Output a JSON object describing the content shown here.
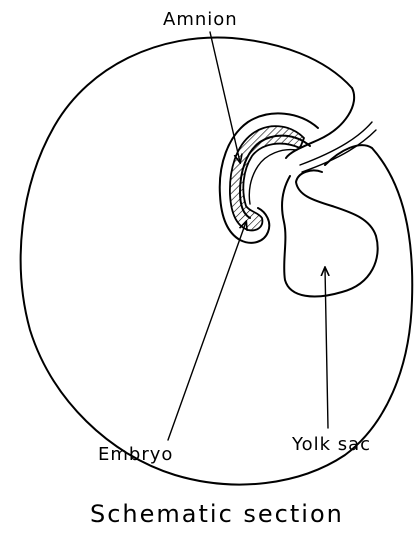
{
  "diagram": {
    "labels": {
      "amnion": "Amnion",
      "embryo": "Embryo",
      "yolk_sac": "Yolk sac"
    },
    "caption": "Schematic section"
  },
  "colors": {
    "ink": "#000000",
    "paper": "#ffffff"
  }
}
